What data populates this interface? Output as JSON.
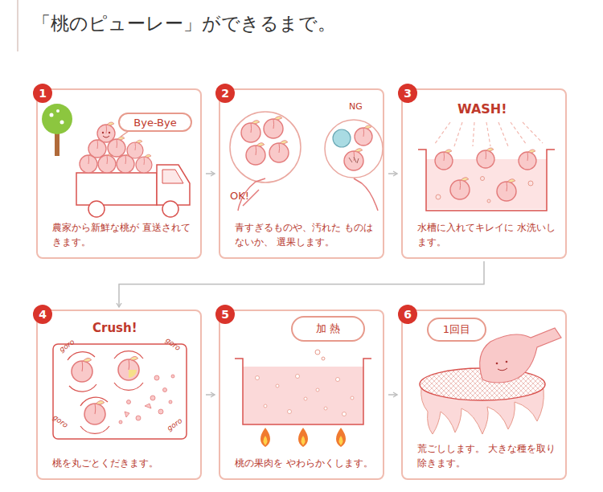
{
  "diagram": {
    "title": "「桃のピューレー」ができるまで。",
    "nodes": [
      {
        "text": [
          "1",
          "農家から新鮮な桃が 直送されてきます。"
        ]
      },
      {
        "text": [
          "Bye-Bye"
        ],
        "in": 0
      },
      {
        "text": [
          "2",
          "青すぎるものや、汚れた ものはないか、 選果します。"
        ]
      },
      {
        "text": [
          "3",
          "水槽に入れてキレイに 水洗いします。"
        ]
      },
      {
        "text": [
          "4",
          "桃を丸ごとくだきます。"
        ]
      },
      {
        "text": [
          "5",
          "桃の果肉を やわらかくします。"
        ]
      },
      {
        "text": [
          "加 熱"
        ],
        "in": 5
      },
      {
        "text": [
          "6",
          "荒ごしします。 大きな種を取り除きます。"
        ]
      },
      {
        "text": [
          "1回目"
        ],
        "in": 7
      }
    ],
    "edges": [
      {
        "from": 0,
        "to": 2,
        "arrow": "to"
      },
      {
        "from": 2,
        "to": 3,
        "arrow": "to"
      },
      {
        "from": 3,
        "to": 4,
        "arrow": "to"
      },
      {
        "from": 4,
        "to": 5,
        "arrow": "to"
      },
      {
        "from": 5,
        "to": 7,
        "arrow": "to"
      }
    ],
    "labels": [
      "NG",
      "OK!",
      "WASH!",
      "Crush!",
      "goro",
      "goro",
      "goro",
      "goro"
    ]
  }
}
